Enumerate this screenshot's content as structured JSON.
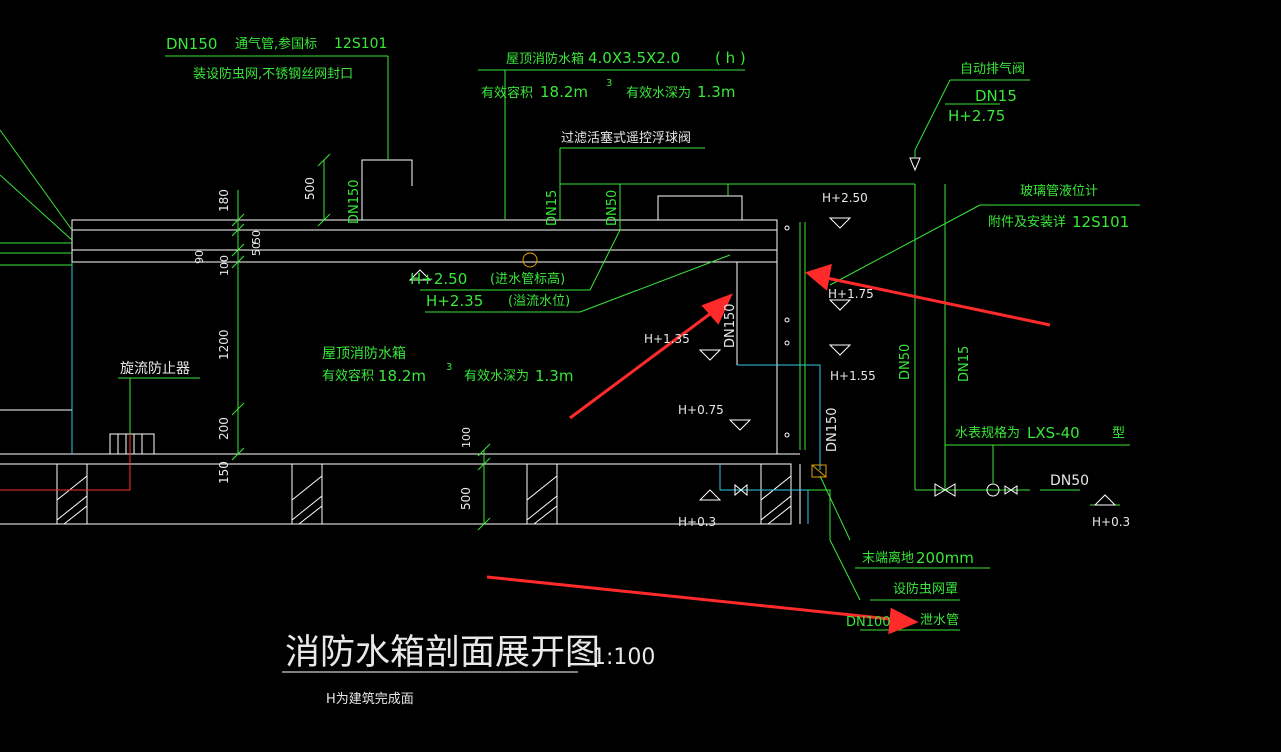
{
  "colors": {
    "background": "#000000",
    "structure": "#ffffff",
    "annotation": "#39e639",
    "pipe": "#35c8e8",
    "arrow": "#ff2a2a",
    "valve_box": "#e0a000",
    "dimension_ticks": "#39e639"
  },
  "labels": {
    "vent_size": "DN150",
    "vent_note": "通气管,参国标",
    "vent_std": "12S101",
    "vent_note2": "装设防虫网,不锈钢丝网封口",
    "tank_title_top": "屋顶消防水箱",
    "tank_spec_top": "4.0X3.5X2.0",
    "tank_spec_unit": "( h )",
    "vol_top_a": "有效容积",
    "vol_top_val": "18.2m",
    "vol_top_sup": "3",
    "vol_top_b": "有效水深为",
    "vol_top_depth": "1.3m",
    "float_valve": "过滤活塞式遥控浮球阀",
    "auto_vent": "自动排气阀",
    "auto_vent_dn": "DN15",
    "auto_vent_h": "H+2.75",
    "gauge_note": "玻璃管液位计",
    "gauge_note2": "附件及安装详",
    "gauge_std": "12S101",
    "dn15_a": "DN15",
    "dn50_a": "DN50",
    "dn150_a": "DN150",
    "h250_in": "H+2.50",
    "h250_note": "(进水管标高)",
    "h235": "H+2.35",
    "h235_note": "(溢流水位)",
    "h250_right": "H+2.50",
    "h175": "H+1.75",
    "h155": "H+1.55",
    "h135": "H+1.35",
    "h075": "H+0.75",
    "h03_left": "H+0.3",
    "h03_right": "H+0.3",
    "dn150_pipe": "DN150",
    "dn150_drain": "DN150",
    "dn50_riser": "DN50",
    "dn15_riser": "DN15",
    "dn50_outlet": "DN50",
    "meter_note": "水表规格为",
    "meter_model": "LXS-40",
    "meter_type": "型",
    "tank_inside_title": "屋顶消防水箱",
    "vol_in_a": "有效容积",
    "vol_in_val": "18.2m",
    "vol_in_sup": "3",
    "vol_in_b": "有效水深为",
    "vol_in_depth": "1.3m",
    "vortex": "旋流防止器",
    "end_height": "末端离地",
    "end_height_val": "200mm",
    "insect_cover": "设防虫网罩",
    "drain_pipe": "泄水管",
    "drain_size_partial": "DN100",
    "dim_180": "180",
    "dim_500_top": "500",
    "dim_50_a": "50",
    "dim_50_b": "50",
    "dim_90": "90",
    "dim_100": "100",
    "dim_1200": "1200",
    "dim_200": "200",
    "dim_150": "150",
    "dim_100_base": "100",
    "dim_500_base": "500",
    "drawing_title": "消防水箱剖面展开图",
    "scale": "1:100",
    "datum_note": "H为建筑完成面"
  }
}
